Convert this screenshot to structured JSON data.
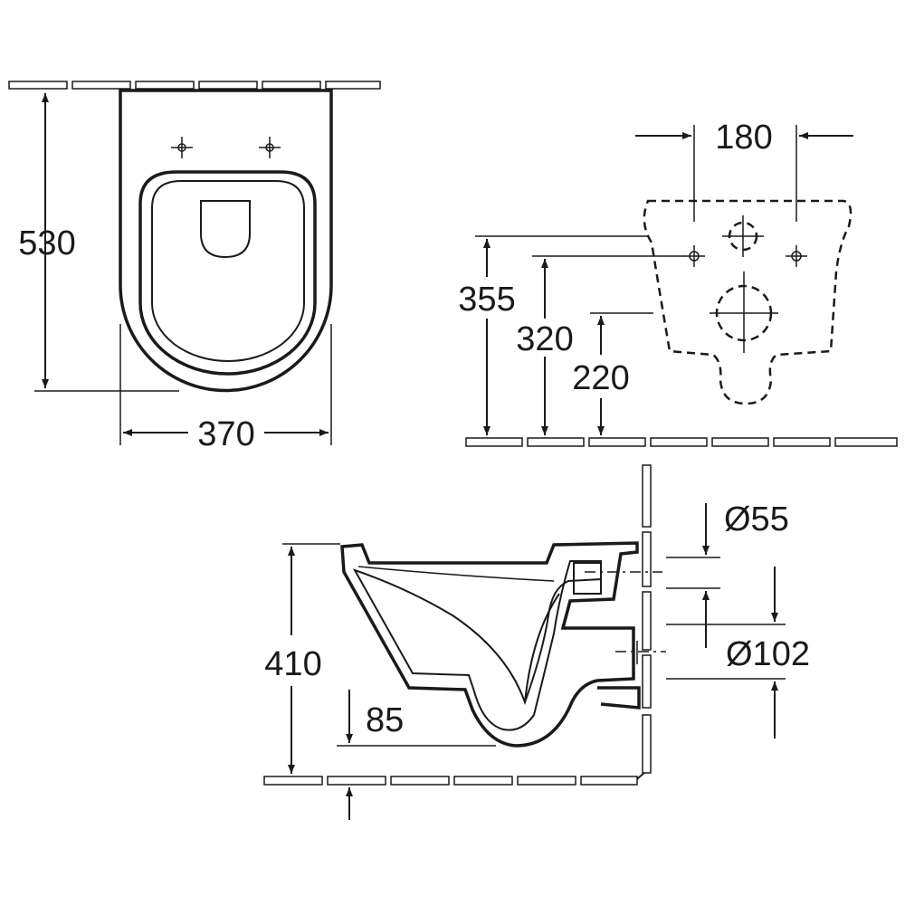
{
  "dimensions": {
    "top_depth": "530",
    "top_width": "370",
    "fixing_spacing": "180",
    "height_355": "355",
    "height_320": "320",
    "height_220": "220",
    "inlet_diameter": "Ø55",
    "outlet_diameter": "Ø102",
    "bowl_height": "410",
    "bowl_offset": "85"
  },
  "colors": {
    "line": "#1a1a1a",
    "background": "#ffffff"
  }
}
